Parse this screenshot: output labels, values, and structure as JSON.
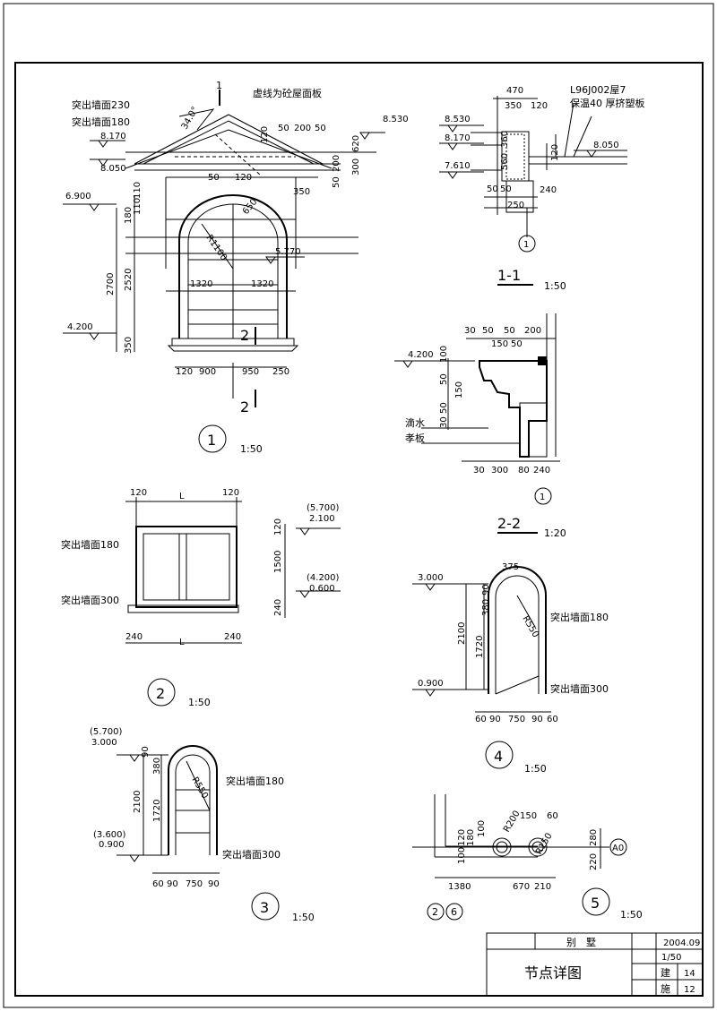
{
  "title_block": {
    "project": "别　墅",
    "date": "2004.09",
    "drawing_title": "节点详图",
    "scale": "1/50",
    "discipline": "建",
    "sheet_no": "14",
    "total_label": "施",
    "total": "12"
  },
  "detail1": {
    "number": "1",
    "scale": "1:50",
    "notes": [
      "突出墙面230",
      "突出墙面180",
      "虚线为砼屋面板"
    ],
    "angle": "34.0°",
    "levels": [
      "8.530",
      "8.170",
      "8.050",
      "6.900",
      "5.770",
      "4.200"
    ],
    "dims": [
      "50",
      "200",
      "50",
      "620",
      "120",
      "300",
      "50",
      "200",
      "350",
      "50",
      "120",
      "110",
      "110",
      "180",
      "2700",
      "2520",
      "350",
      "120",
      "900",
      "950",
      "250",
      "1320",
      "1320",
      "R1100",
      "650"
    ],
    "section_mark_top": "1",
    "section_mark_bottom": "2"
  },
  "section11": {
    "title": "1-1",
    "scale": "1:50",
    "note_lines": [
      "L96J002屋7",
      "保温40 厚挤塑板"
    ],
    "levels": [
      "8.530",
      "8.170",
      "7.610",
      "8.050"
    ],
    "dims": [
      "470",
      "350",
      "120",
      "360",
      "560",
      "50",
      "50",
      "240",
      "250",
      "120"
    ],
    "ref": "1"
  },
  "section22": {
    "title": "2-2",
    "scale": "1:20",
    "level": "4.200",
    "notes": [
      "滴水",
      "孝板"
    ],
    "dims_top": [
      "30",
      "50",
      "50",
      "200",
      "150",
      "50"
    ],
    "dims_side": [
      "100",
      "50",
      "150",
      "50",
      "30"
    ],
    "dims_bottom": [
      "30",
      "300",
      "80",
      "240"
    ],
    "ref": "1"
  },
  "detail2": {
    "number": "2",
    "scale": "1:50",
    "notes": [
      "突出墙面180",
      "突出墙面300"
    ],
    "dims": [
      "120",
      "L",
      "120",
      "240",
      "L",
      "240",
      "120",
      "1500",
      "240"
    ],
    "level_top": [
      "(5.700)",
      "2.100"
    ],
    "level_bottom": [
      "(4.200)",
      "0.600"
    ]
  },
  "detail3": {
    "number": "3",
    "scale": "1:50",
    "notes": [
      "突出墙面180",
      "突出墙面300"
    ],
    "level_top": [
      "(5.700)",
      "3.000"
    ],
    "level_bottom": [
      "(3.600)",
      "0.900"
    ],
    "dims": [
      "90",
      "380",
      "2100",
      "1720",
      "60",
      "90",
      "750",
      "90",
      "R550"
    ]
  },
  "detail4": {
    "number": "4",
    "scale": "1:50",
    "notes": [
      "突出墙面180",
      "突出墙面300"
    ],
    "levels": [
      "3.000",
      "0.900"
    ],
    "dims": [
      "375",
      "90",
      "380",
      "2100",
      "1720",
      "60",
      "90",
      "750",
      "90",
      "60",
      "R550"
    ]
  },
  "detail5": {
    "number": "5",
    "scale": "1:50",
    "axis_left": "2",
    "axis_right": "6",
    "axis_a": "A0",
    "dims": [
      "1380",
      "670",
      "210",
      "150",
      "60",
      "100",
      "120",
      "180",
      "100",
      "280",
      "220",
      "R200",
      "R150"
    ]
  }
}
